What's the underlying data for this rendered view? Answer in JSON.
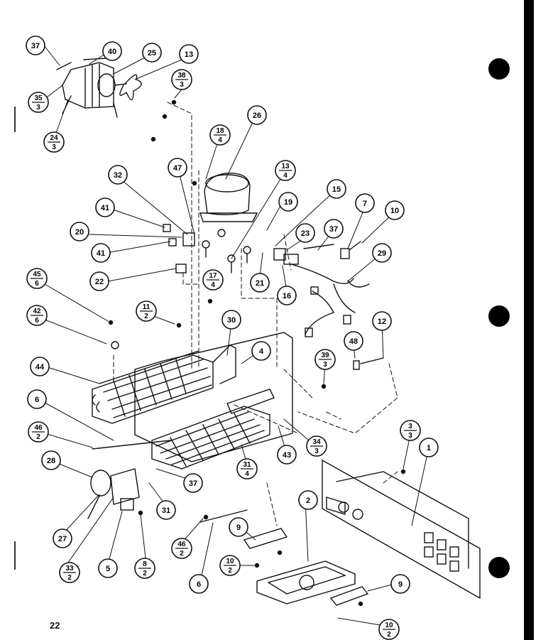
{
  "page_number": "22",
  "callouts": [
    {
      "id": "c37a",
      "text": "37"
    },
    {
      "id": "c40",
      "text": "40"
    },
    {
      "id": "c25",
      "text": "25"
    },
    {
      "id": "c13a",
      "text": "13"
    },
    {
      "id": "c26",
      "text": "26"
    },
    {
      "id": "c32",
      "text": "32"
    },
    {
      "id": "c47",
      "text": "47"
    },
    {
      "id": "c41a",
      "text": "41"
    },
    {
      "id": "c20",
      "text": "20"
    },
    {
      "id": "c41b",
      "text": "41"
    },
    {
      "id": "c22",
      "text": "22"
    },
    {
      "id": "c15",
      "text": "15"
    },
    {
      "id": "c19",
      "text": "19"
    },
    {
      "id": "c7",
      "text": "7"
    },
    {
      "id": "c10a",
      "text": "10"
    },
    {
      "id": "c23",
      "text": "23"
    },
    {
      "id": "c37b",
      "text": "37"
    },
    {
      "id": "c29",
      "text": "29"
    },
    {
      "id": "c21",
      "text": "21"
    },
    {
      "id": "c16",
      "text": "16"
    },
    {
      "id": "c30",
      "text": "30"
    },
    {
      "id": "c4",
      "text": "4"
    },
    {
      "id": "c48",
      "text": "48"
    },
    {
      "id": "c12",
      "text": "12"
    },
    {
      "id": "c44",
      "text": "44"
    },
    {
      "id": "c6a",
      "text": "6"
    },
    {
      "id": "c28",
      "text": "28"
    },
    {
      "id": "c43",
      "text": "43"
    },
    {
      "id": "c37c",
      "text": "37"
    },
    {
      "id": "c31",
      "text": "31"
    },
    {
      "id": "c27",
      "text": "27"
    },
    {
      "id": "c5",
      "text": "5"
    },
    {
      "id": "c2",
      "text": "2"
    },
    {
      "id": "c1",
      "text": "1"
    },
    {
      "id": "c9a",
      "text": "9"
    },
    {
      "id": "c6b",
      "text": "6"
    },
    {
      "id": "c9b",
      "text": "9"
    }
  ],
  "fractions": [
    {
      "id": "f35_3",
      "num": "35",
      "den": "3"
    },
    {
      "id": "f24_3",
      "num": "24",
      "den": "3"
    },
    {
      "id": "f38_3",
      "num": "38",
      "den": "3"
    },
    {
      "id": "f18_4",
      "num": "18",
      "den": "4"
    },
    {
      "id": "f13_4",
      "num": "13",
      "den": "4"
    },
    {
      "id": "f17_4",
      "num": "17",
      "den": "4"
    },
    {
      "id": "f45_6",
      "num": "45",
      "den": "6"
    },
    {
      "id": "f42_6",
      "num": "42",
      "den": "6"
    },
    {
      "id": "f11_2",
      "num": "11",
      "den": "2"
    },
    {
      "id": "f39_3",
      "num": "39",
      "den": "3"
    },
    {
      "id": "f46_2a",
      "num": "46",
      "den": "2"
    },
    {
      "id": "f34_3",
      "num": "34",
      "den": "3"
    },
    {
      "id": "f31_4",
      "num": "31",
      "den": "4"
    },
    {
      "id": "f3_3",
      "num": "3",
      "den": "3"
    },
    {
      "id": "f33_2",
      "num": "33",
      "den": "2"
    },
    {
      "id": "f8_2",
      "num": "8",
      "den": "2"
    },
    {
      "id": "f46_2b",
      "num": "46",
      "den": "2"
    },
    {
      "id": "f10_2a",
      "num": "10",
      "den": "2"
    },
    {
      "id": "f10_2b",
      "num": "10",
      "den": "2"
    }
  ]
}
